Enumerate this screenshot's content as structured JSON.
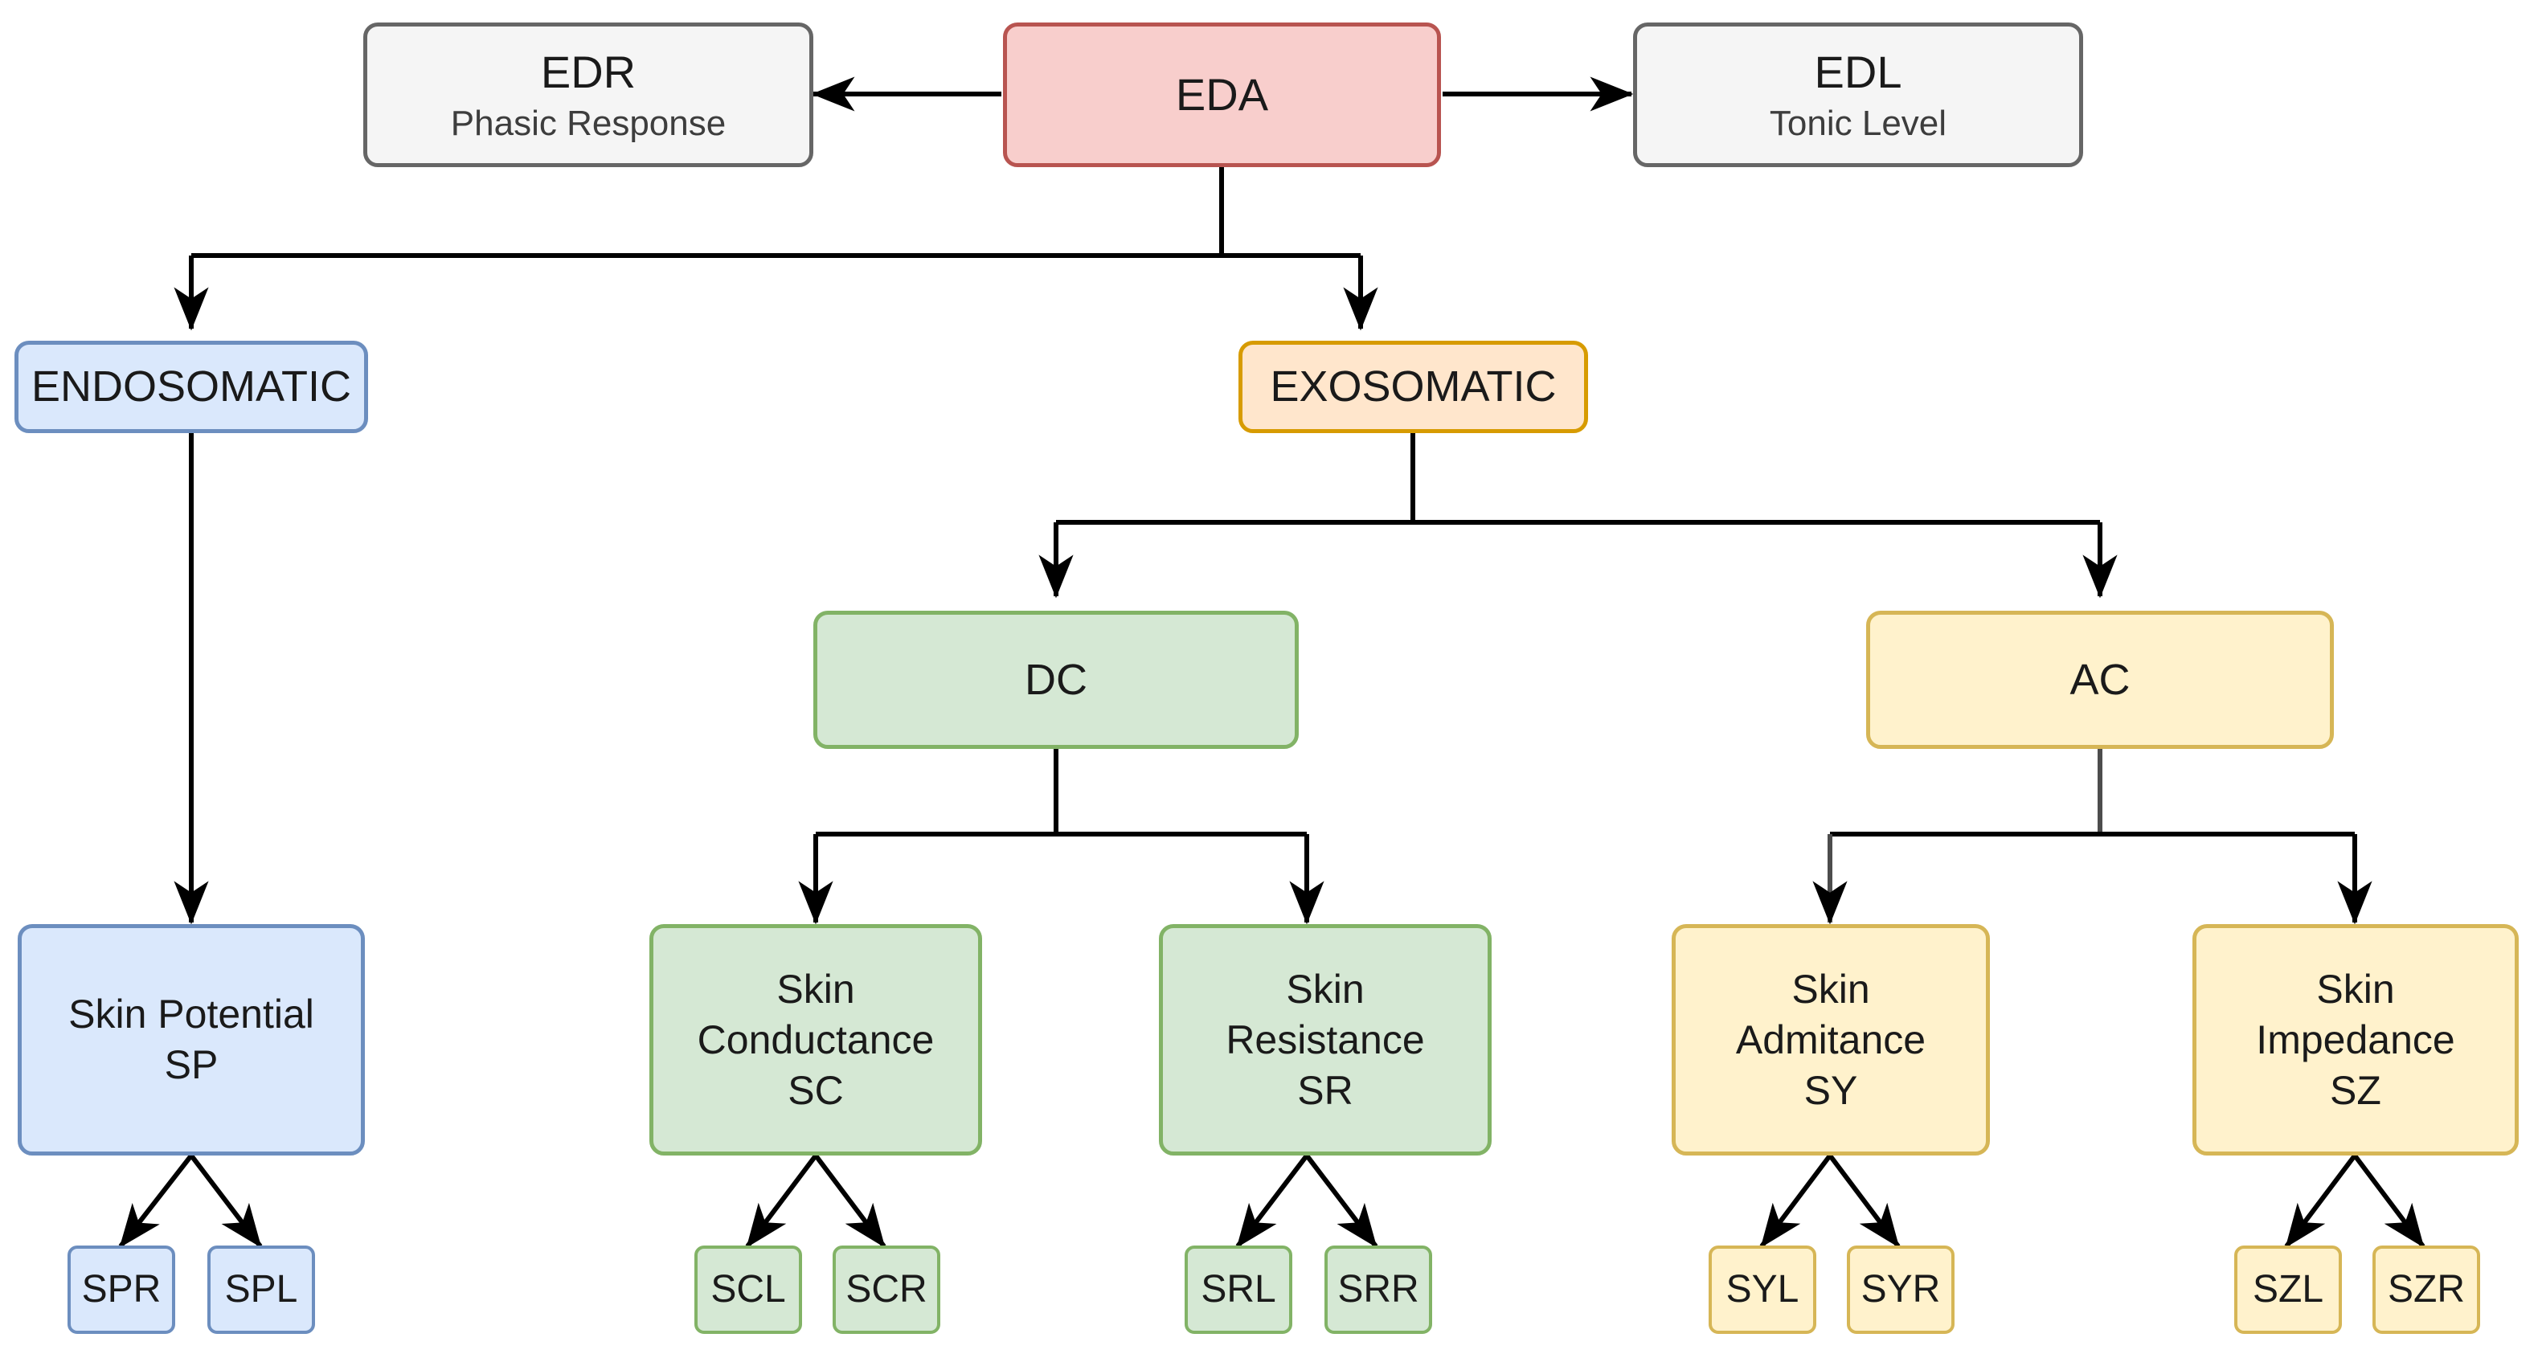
{
  "diagram": {
    "title": "Electrodermal Activity (EDA) measurement taxonomy",
    "type": "tree-flowchart",
    "colors": {
      "red_fill": "#f8cecc",
      "red_stroke": "#b85450",
      "gray_fill": "#f5f5f5",
      "gray_stroke": "#666666",
      "blue_fill": "#dae8fc",
      "blue_stroke": "#6c8ebf",
      "orange_fill": "#ffe6cc",
      "orange_stroke": "#d79b00",
      "green_fill": "#d5e8d4",
      "green_stroke": "#82b366",
      "yellow_fill": "#fff2cc",
      "yellow_stroke": "#d6b656",
      "edge": "#000000"
    }
  },
  "nodes": {
    "eda": {
      "line1": "EDA"
    },
    "edr": {
      "line1": "EDR",
      "line2": "Phasic Response"
    },
    "edl": {
      "line1": "EDL",
      "line2": "Tonic Level"
    },
    "endosomatic": {
      "line1": "ENDOSOMATIC"
    },
    "exosomatic": {
      "line1": "EXOSOMATIC"
    },
    "dc": {
      "line1": "DC"
    },
    "ac": {
      "line1": "AC"
    },
    "skin_potential": {
      "line1": "Skin Potential",
      "line2": "SP"
    },
    "skin_conductance": {
      "line1": "Skin",
      "line2": "Conductance",
      "line3": "SC"
    },
    "skin_resistance": {
      "line1": "Skin",
      "line2": "Resistance",
      "line3": "SR"
    },
    "skin_admitance": {
      "line1": "Skin",
      "line2": "Admitance",
      "line3": "SY"
    },
    "skin_impedance": {
      "line1": "Skin",
      "line2": "Impedance",
      "line3": "SZ"
    },
    "spr": {
      "line1": "SPR"
    },
    "spl": {
      "line1": "SPL"
    },
    "scl": {
      "line1": "SCL"
    },
    "scr": {
      "line1": "SCR"
    },
    "srl": {
      "line1": "SRL"
    },
    "srr": {
      "line1": "SRR"
    },
    "syl": {
      "line1": "SYL"
    },
    "syr": {
      "line1": "SYR"
    },
    "szl": {
      "line1": "SZL"
    },
    "szr": {
      "line1": "SZR"
    }
  },
  "edges": [
    {
      "from": "eda",
      "to": "edr",
      "style": "horizontal-arrow-left"
    },
    {
      "from": "eda",
      "to": "edl",
      "style": "horizontal-arrow-right"
    },
    {
      "from": "eda",
      "to": "endosomatic",
      "style": "orthogonal-down"
    },
    {
      "from": "eda",
      "to": "exosomatic",
      "style": "orthogonal-down"
    },
    {
      "from": "endosomatic",
      "to": "skin_potential",
      "style": "straight-down"
    },
    {
      "from": "exosomatic",
      "to": "dc",
      "style": "orthogonal-down"
    },
    {
      "from": "exosomatic",
      "to": "ac",
      "style": "orthogonal-down"
    },
    {
      "from": "dc",
      "to": "skin_conductance",
      "style": "orthogonal-down"
    },
    {
      "from": "dc",
      "to": "skin_resistance",
      "style": "orthogonal-down"
    },
    {
      "from": "ac",
      "to": "skin_admitance",
      "style": "orthogonal-down"
    },
    {
      "from": "ac",
      "to": "skin_impedance",
      "style": "orthogonal-down"
    },
    {
      "from": "skin_potential",
      "to": "spr",
      "style": "diagonal"
    },
    {
      "from": "skin_potential",
      "to": "spl",
      "style": "diagonal"
    },
    {
      "from": "skin_conductance",
      "to": "scl",
      "style": "diagonal"
    },
    {
      "from": "skin_conductance",
      "to": "scr",
      "style": "diagonal"
    },
    {
      "from": "skin_resistance",
      "to": "srl",
      "style": "diagonal"
    },
    {
      "from": "skin_resistance",
      "to": "srr",
      "style": "diagonal"
    },
    {
      "from": "skin_admitance",
      "to": "syl",
      "style": "diagonal"
    },
    {
      "from": "skin_admitance",
      "to": "syr",
      "style": "diagonal"
    },
    {
      "from": "skin_impedance",
      "to": "szl",
      "style": "diagonal"
    },
    {
      "from": "skin_impedance",
      "to": "szr",
      "style": "diagonal"
    }
  ]
}
